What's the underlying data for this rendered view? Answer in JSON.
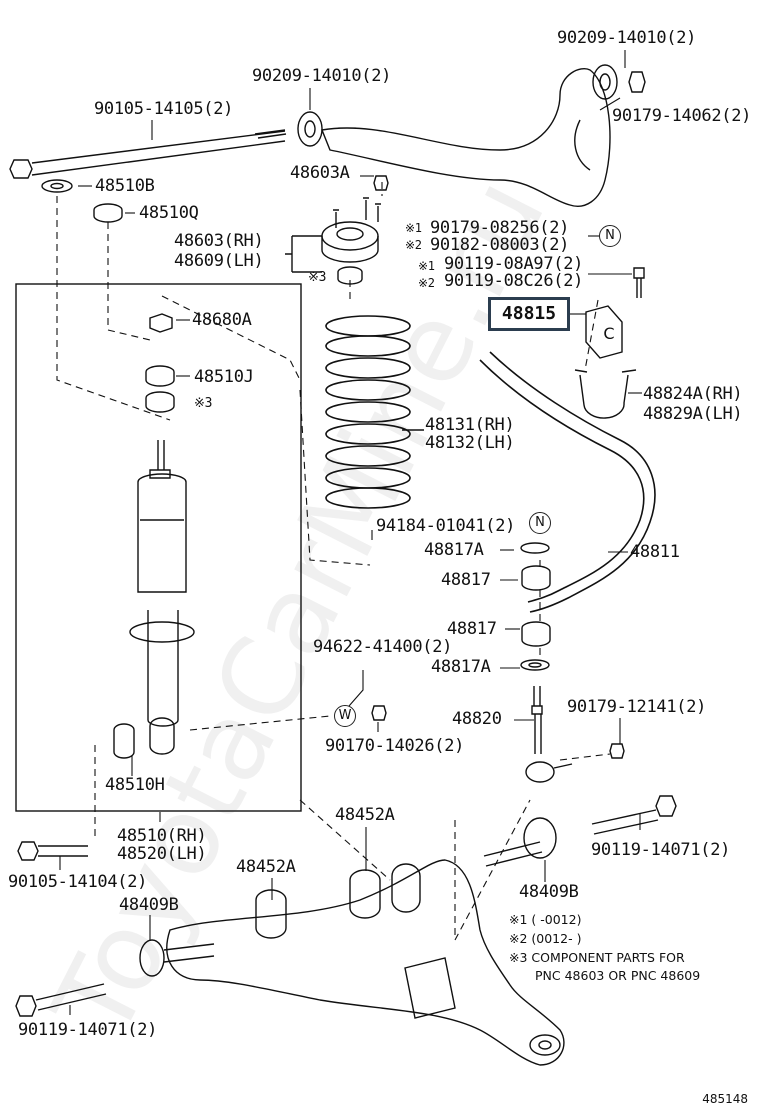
{
  "diagram_number": "485148",
  "watermark": "ToyotaCarMine.ru",
  "labels": {
    "bolt_90209_14010_top_right": "90209-14010(2)",
    "bolt_90209_14010_top": "90209-14010(2)",
    "bolt_90105_14105": "90105-14105(2)",
    "nut_90179_14062": "90179-14062(2)",
    "part_48510B": "48510B",
    "part_48603A": "48603A",
    "part_48510Q": "48510Q",
    "nut_90179_08256": "90179-08256(2)",
    "nut_90182_08003": "90182-08003(2)",
    "mark_n1": "※1",
    "mark_n2": "※2",
    "part_48603_rh": "48603(RH)",
    "part_48609_lh": "48609(LH)",
    "mark_3_spacer": "※3",
    "bolt_90119_08a97": "90119-08A97(2)",
    "bolt_90119_08c26": "90119-08C26(2)",
    "mark_b1": "※1",
    "mark_b2": "※2",
    "part_48815": "48815",
    "part_48680A": "48680A",
    "part_48510J": "48510J",
    "mark_3_cushion": "※3",
    "part_48824A_rh": "48824A(RH)",
    "part_48829A_lh": "48829A(LH)",
    "part_48131_rh": "48131(RH)",
    "part_48132_lh": "48132(LH)",
    "nut_94184_01041": "94184-01041(2)",
    "part_48817A_upper": "48817A",
    "part_48811": "48811",
    "part_48817_upper": "48817",
    "part_48817_lower": "48817",
    "washer_94622_41400": "94622-41400(2)",
    "part_48817A_lower": "48817A",
    "part_48820": "48820",
    "nut_90179_12141": "90179-12141(2)",
    "nut_90170_14026": "90170-14026(2)",
    "part_48510H": "48510H",
    "part_48452A_upper": "48452A",
    "part_48510_rh": "48510(RH)",
    "part_48520_lh": "48520(LH)",
    "bolt_90119_14071_right": "90119-14071(2)",
    "bolt_90105_14104": "90105-14104(2)",
    "part_48452A_lower": "48452A",
    "part_48409B_left": "48409B",
    "part_48409B_right": "48409B",
    "bolt_90119_14071_left": "90119-14071(2)"
  },
  "circle_marks": {
    "N_upper": "N",
    "N_lower": "N",
    "W": "W",
    "C": "C"
  },
  "notes": {
    "note1": "※1 (        -0012)",
    "note2": "※2 (0012-        )",
    "note3": "※3 COMPONENT PARTS FOR",
    "note3b": "PNC 48603 OR PNC 48609"
  },
  "colors": {
    "line": "#111111",
    "highlight_border": "#2b3d4f",
    "watermark": "rgba(160,160,160,0.16)"
  }
}
